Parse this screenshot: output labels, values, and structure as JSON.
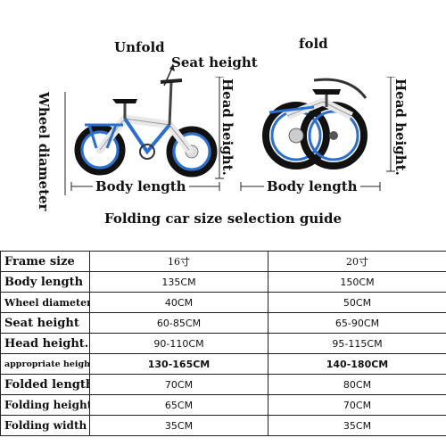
{
  "diagram": {
    "unfold_label": "Unfold",
    "fold_label": "fold",
    "seat_height_label": "Seat height",
    "head_height_left": "Head height.",
    "head_height_right": "Head height.",
    "wheel_diameter_label": "Wheel diameter",
    "body_length_left": "Body length",
    "body_length_right": "Body length",
    "accent_color": "#2a6fd0",
    "frame_color": "#ffffff",
    "tire_color": "#111111"
  },
  "guide_title": "Folding car size selection guide",
  "table": {
    "columns": [
      "Frame size",
      "16寸",
      "20寸"
    ],
    "rows": [
      {
        "label": "Body length",
        "c16": "135CM",
        "c20": "150CM"
      },
      {
        "label": "Wheel diameter",
        "c16": "40CM",
        "c20": "50CM"
      },
      {
        "label": "Seat height",
        "c16": "60-85CM",
        "c20": "65-90CM"
      },
      {
        "label": "Head height.",
        "c16": "90-110CM",
        "c20": "95-115CM"
      },
      {
        "label": "appropriate height",
        "c16": "130-165CM",
        "c20": "140-180CM"
      },
      {
        "label": "Folded length",
        "c16": "70CM",
        "c20": "80CM"
      },
      {
        "label": "Folding height",
        "c16": "65CM",
        "c20": "70CM"
      },
      {
        "label": "Folding width",
        "c16": "35CM",
        "c20": "35CM"
      }
    ]
  }
}
